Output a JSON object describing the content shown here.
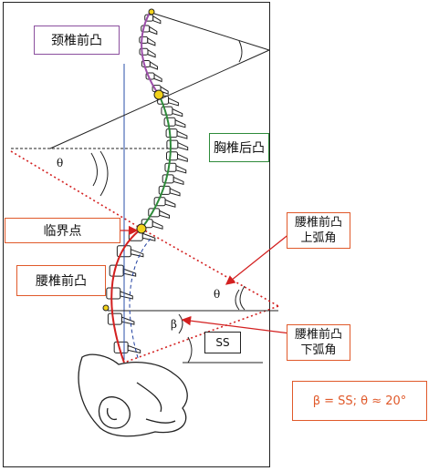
{
  "labels": {
    "cervical": "颈椎前凸",
    "thoracic": "胸椎后凸",
    "critical": "临界点",
    "lumbar": "腰椎前凸",
    "upper_arc": "腰椎前凸\n上弧角",
    "lower_arc": "腰椎前凸\n下弧角",
    "formula": "β = SS; θ ≈ 20°",
    "ss": "SS",
    "theta": "θ",
    "beta": "β"
  },
  "colors": {
    "cervical_curve": "#9b4ea8",
    "thoracic_curve": "#2e8b3a",
    "lumbar_curve": "#d32020",
    "lumbar_inner": "#1f3fa0",
    "dotted_line": "#d32020",
    "orange_box": "#e0592a",
    "purple_box": "#8b4f9e",
    "green_box": "#2e8b3a",
    "marker": "#f2d21b"
  }
}
